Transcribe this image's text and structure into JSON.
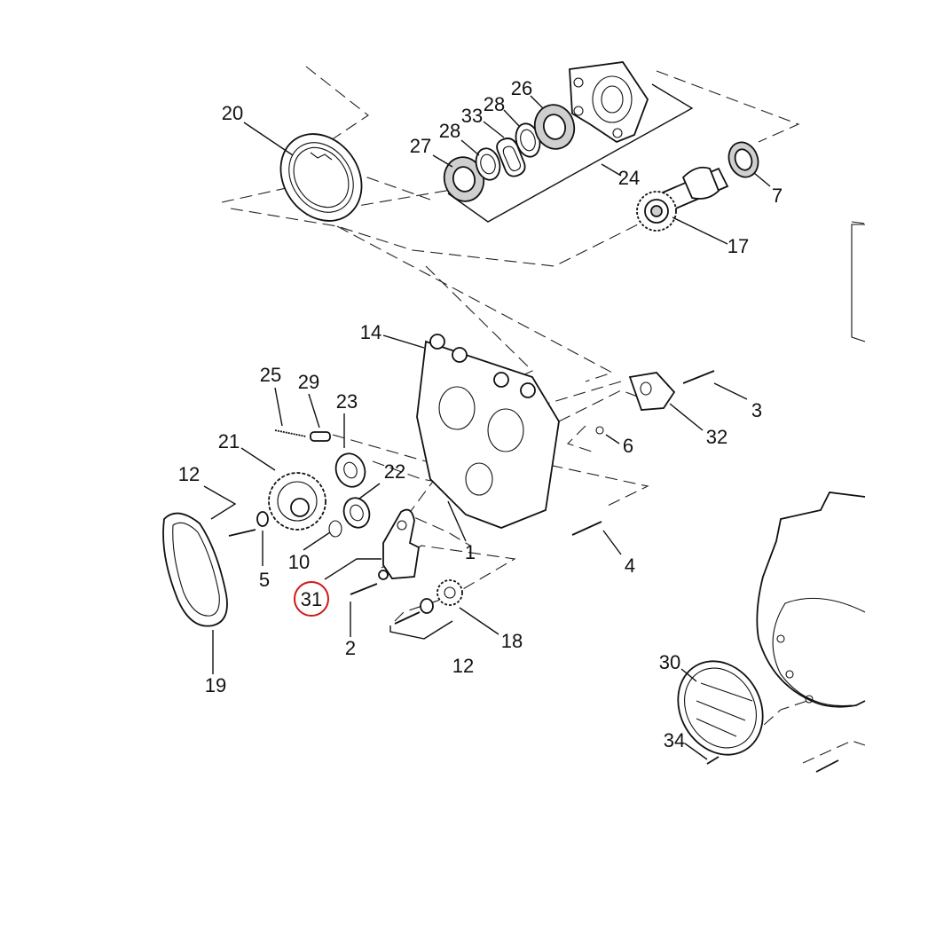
{
  "highlight": {
    "part": "31",
    "color": "#d01818"
  },
  "callouts": {
    "c20": "20",
    "c27": "27",
    "c28a": "28",
    "c33": "33",
    "c28b": "28",
    "c26": "26",
    "c24": "24",
    "c7": "7",
    "c17": "17",
    "c14": "14",
    "c25": "25",
    "c29": "29",
    "c23": "23",
    "c21": "21",
    "c22": "22",
    "c12a": "12",
    "c3": "3",
    "c32": "32",
    "c6": "6",
    "c4": "4",
    "c1": "1",
    "c5": "5",
    "c10": "10",
    "c31": "31",
    "c2": "2",
    "c18": "18",
    "c12b": "12",
    "c19": "19",
    "c30": "30",
    "c34": "34"
  },
  "icons": {
    "timing-belt-top": "drive-belt",
    "timing-belt-left": "drive-belt",
    "cam-support-plate": "cam-plate",
    "camshaft": "camshaft",
    "needle-bearing": "bearing",
    "cam-bearing": "bearing",
    "cam-bushing": "bearing",
    "cam-plate-body": "plate",
    "oil-pump": "oil-pump",
    "tensioner": "tensioner",
    "cam-sprocket": "sprocket",
    "crank-sprocket": "sprocket",
    "tensioner-bracket": "bracket",
    "cam-cover": "cover",
    "cover-gasket": "gasket",
    "derby-cover": "cover"
  }
}
